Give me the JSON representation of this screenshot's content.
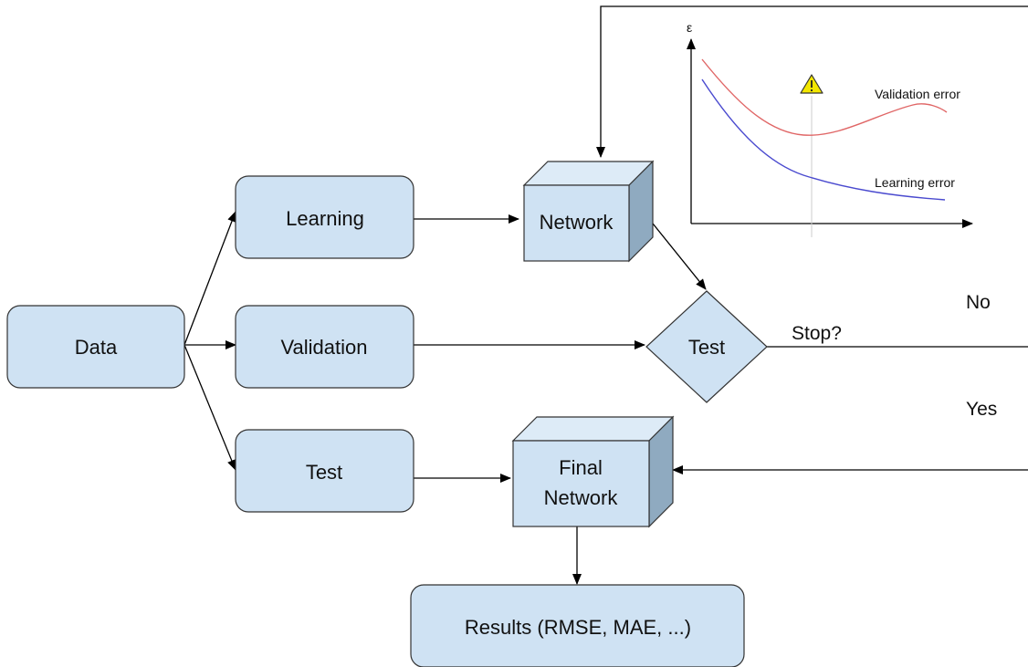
{
  "nodes": {
    "data": "Data",
    "learning": "Learning",
    "validation": "Validation",
    "test_set": "Test",
    "network": "Network",
    "test_decision": "Test",
    "final_network_line1": "Final",
    "final_network_line2": "Network",
    "results": "Results (RMSE, MAE, ...)"
  },
  "labels": {
    "stop": "Stop?",
    "no": "No",
    "yes": "Yes"
  },
  "inset_chart": {
    "y_axis_symbol": "ε",
    "series": {
      "validation": "Validation error",
      "learning": "Learning error"
    },
    "warning_icon": "warning-icon"
  },
  "colors": {
    "box_fill": "#cfe2f3",
    "box_stroke": "#333333",
    "validation_curve": "#e06666",
    "learning_curve": "#4a4acf",
    "warning_fill": "#f2e600"
  }
}
